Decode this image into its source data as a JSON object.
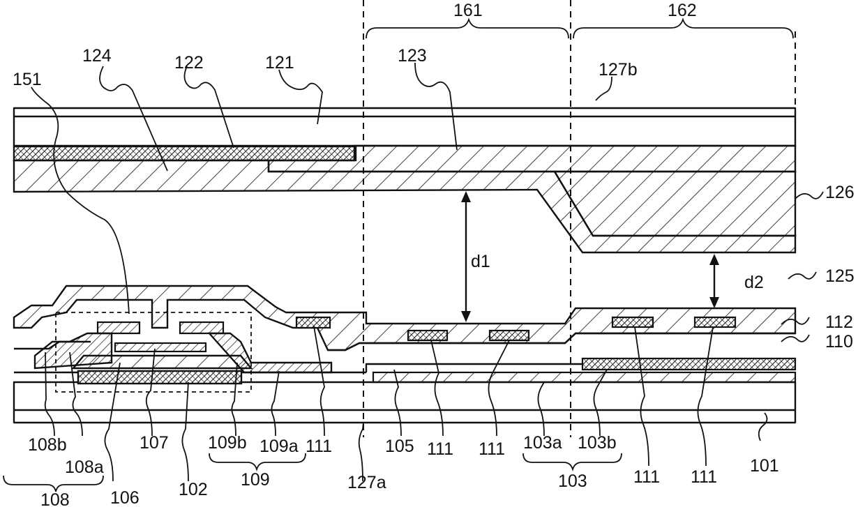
{
  "figure": {
    "labels": {
      "l161": "161",
      "l162": "162",
      "l124": "124",
      "l122": "122",
      "l121": "121",
      "l123": "123",
      "l127b": "127b",
      "l151": "151",
      "l126": "126",
      "d1": "d1",
      "d2": "d2",
      "l125": "125",
      "l112": "112",
      "l110": "110",
      "l108b": "108b",
      "l108a": "108a",
      "l108": "108",
      "l106": "106",
      "l107": "107",
      "l102": "102",
      "l109b": "109b",
      "l109a": "109a",
      "l109": "109",
      "l111a": "111",
      "l127a": "127a",
      "l105": "105",
      "l111b": "111",
      "l111c": "111",
      "l103a": "103a",
      "l103b": "103b",
      "l103": "103",
      "l111d": "111",
      "l111e": "111",
      "l101": "101"
    }
  }
}
